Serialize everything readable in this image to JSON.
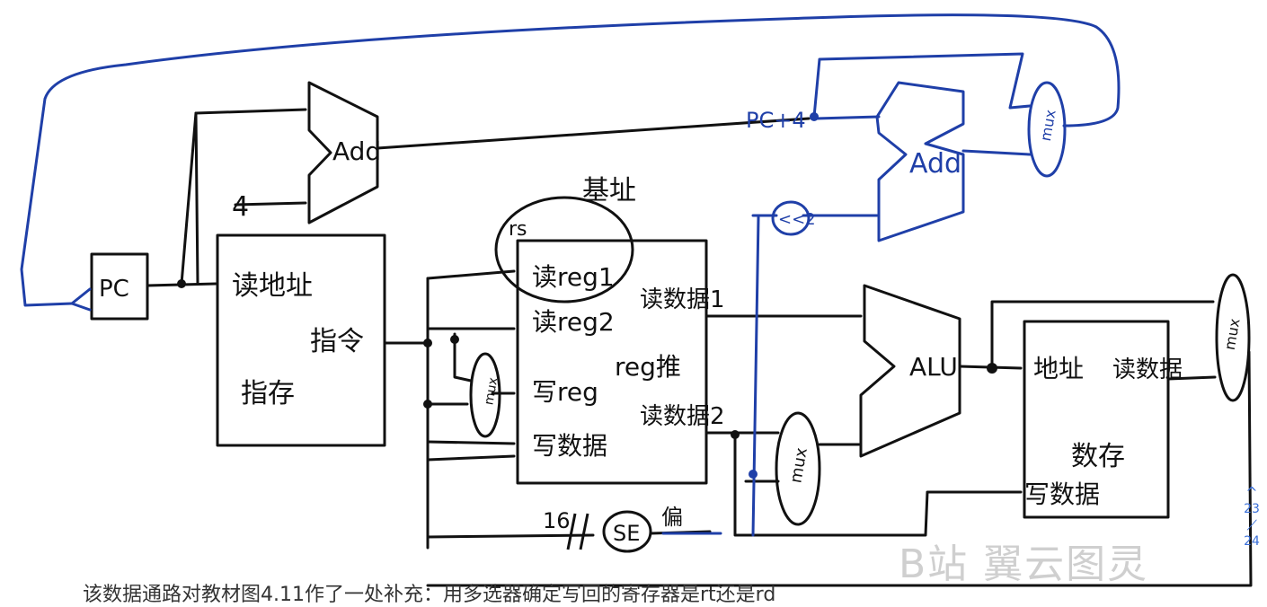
{
  "labels": {
    "pc": "PC",
    "add_top": "Add",
    "const_4": "4",
    "imem_read_addr": "读地址",
    "imem_instr": "指令",
    "imem_name": "指存",
    "base_addr": "基址",
    "rs": "rs",
    "read_reg1": "读reg1",
    "read_reg2": "读reg2",
    "write_reg": "写reg",
    "write_data": "写数据",
    "read_data1": "读数据1",
    "read_data2": "读数据2",
    "reg_file": "reg推",
    "mux_left": "mux",
    "se": "SE",
    "const_16": "16",
    "offset": "偏",
    "pc_plus4": "PC+4",
    "shift2": "<<2",
    "add_branch": "Add",
    "mux_branch": "mux",
    "mux_alu": "mux",
    "alu": "ALU",
    "dmem_addr": "地址",
    "dmem_read_data": "读数据",
    "dmem_write_data": "写数据",
    "dmem_name": "数存",
    "mux_wb": "mux"
  },
  "pager": {
    "up": "^",
    "current": "23",
    "sep": "/",
    "total": "24"
  },
  "watermark": "B站 翼云图灵",
  "caption": "该数据通路对教材图4.11作了一处补充：用多选器确定写回的寄存器是rt还是rd",
  "colors": {
    "ink": "#111111",
    "blue": "#1f3fa8",
    "accent": "#3a6fd8"
  }
}
